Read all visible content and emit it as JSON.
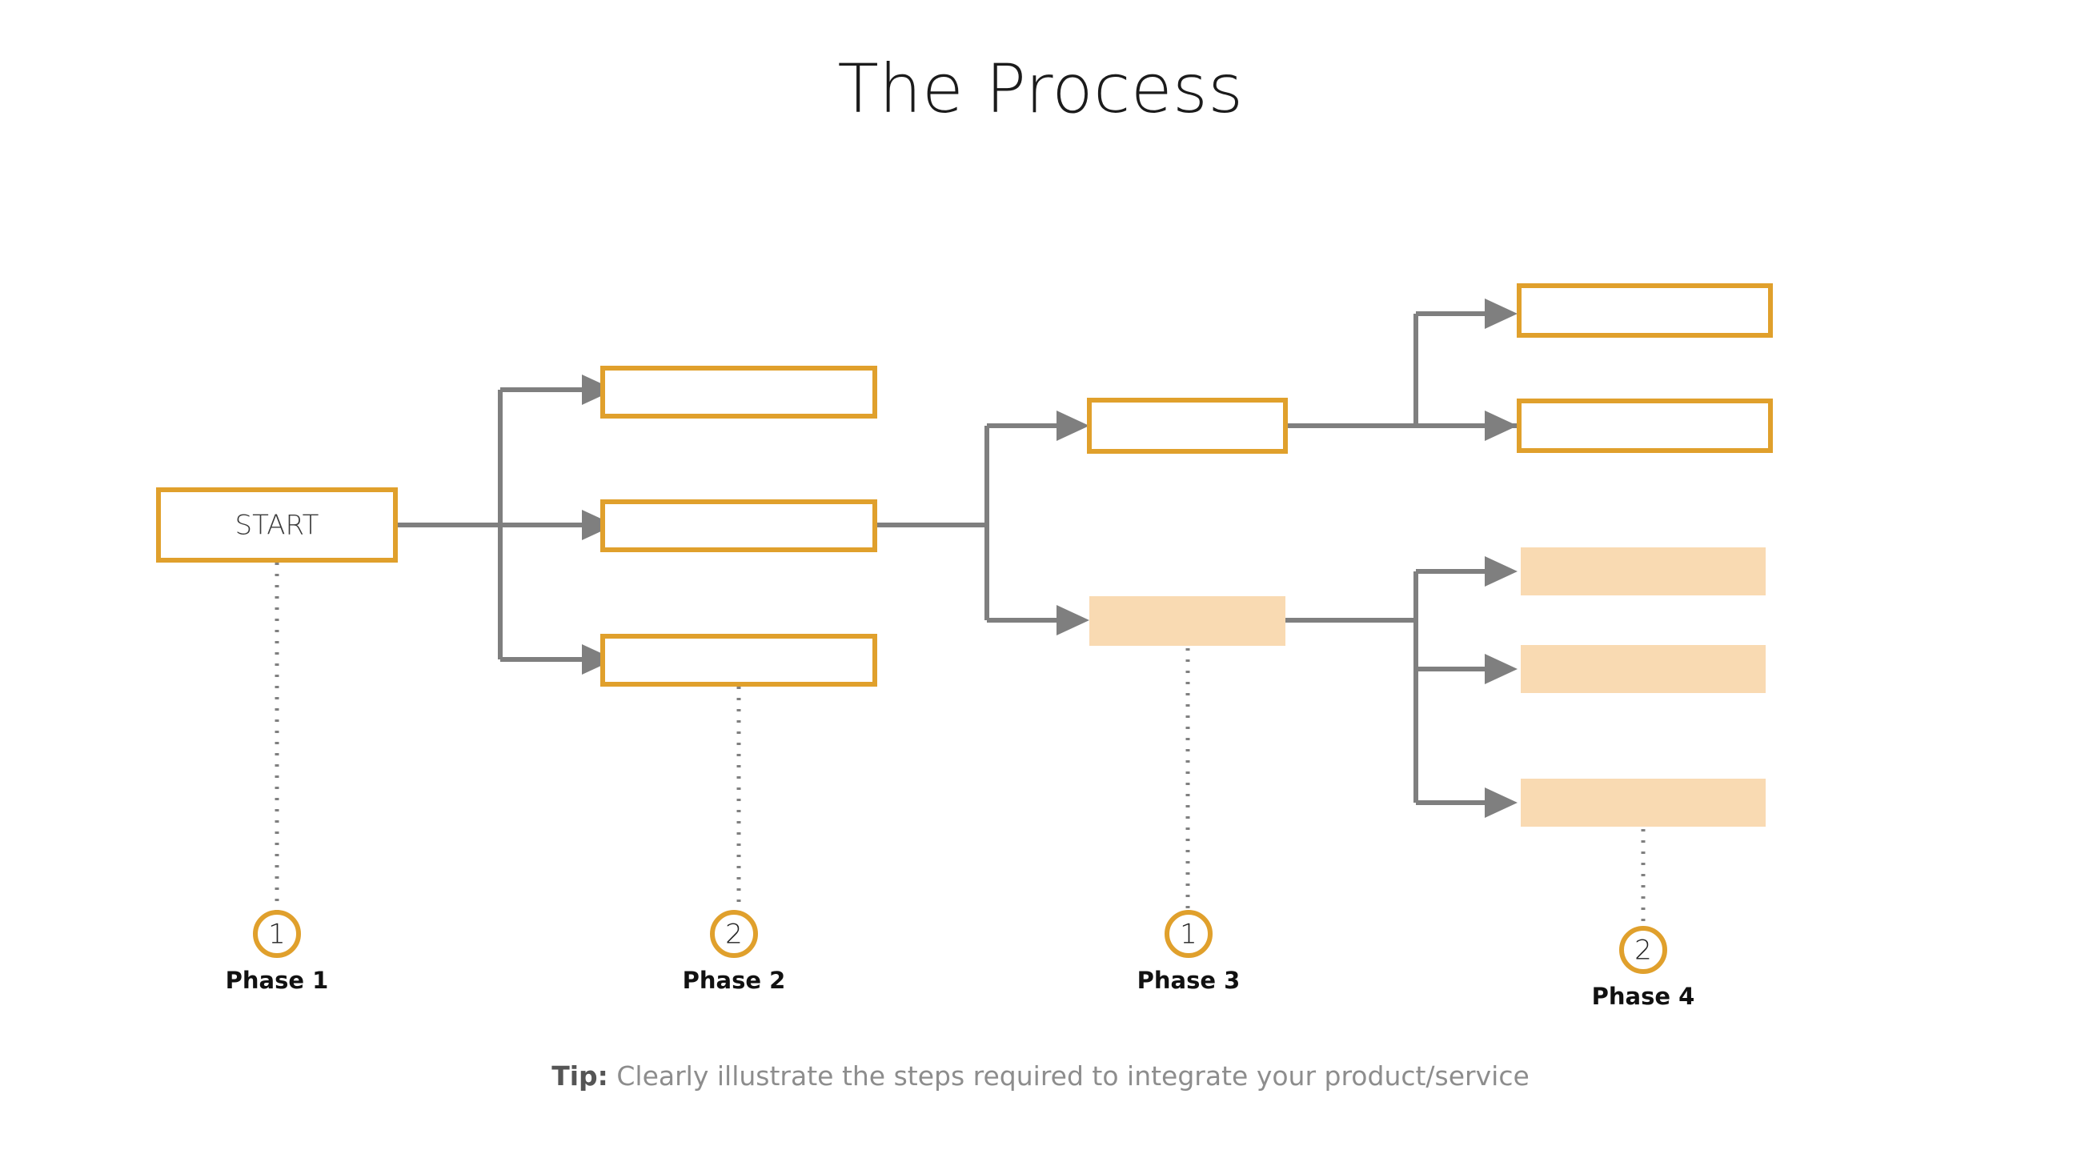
{
  "slide": {
    "title": "The Process",
    "background_color": "#ffffff"
  },
  "colors": {
    "accent_orange": "#E0A02C",
    "fill_peach": "#F9DAB2",
    "connector_gray": "#7F7F7F",
    "text_dark": "#1b1b1b",
    "tip_gray": "#8d8d8d"
  },
  "diagram": {
    "start_node": {
      "label": "START",
      "style": "outlined"
    },
    "phase2_nodes": [
      {
        "label": "",
        "style": "outlined"
      },
      {
        "label": "",
        "style": "outlined"
      },
      {
        "label": "",
        "style": "outlined"
      }
    ],
    "phase3_nodes": [
      {
        "label": "",
        "style": "outlined"
      },
      {
        "label": "",
        "style": "filled"
      }
    ],
    "phase4_nodes": [
      {
        "label": "",
        "style": "outlined"
      },
      {
        "label": "",
        "style": "outlined"
      },
      {
        "label": "",
        "style": "filled"
      },
      {
        "label": "",
        "style": "filled"
      },
      {
        "label": "",
        "style": "filled"
      }
    ]
  },
  "phases": [
    {
      "number": "1",
      "label": "Phase 1"
    },
    {
      "number": "2",
      "label": "Phase 2"
    },
    {
      "number": "1",
      "label": "Phase 3"
    },
    {
      "number": "2",
      "label": "Phase 4"
    }
  ],
  "tip": {
    "prefix": "Tip:",
    "text": "Clearly illustrate the steps required to integrate your product/service"
  }
}
